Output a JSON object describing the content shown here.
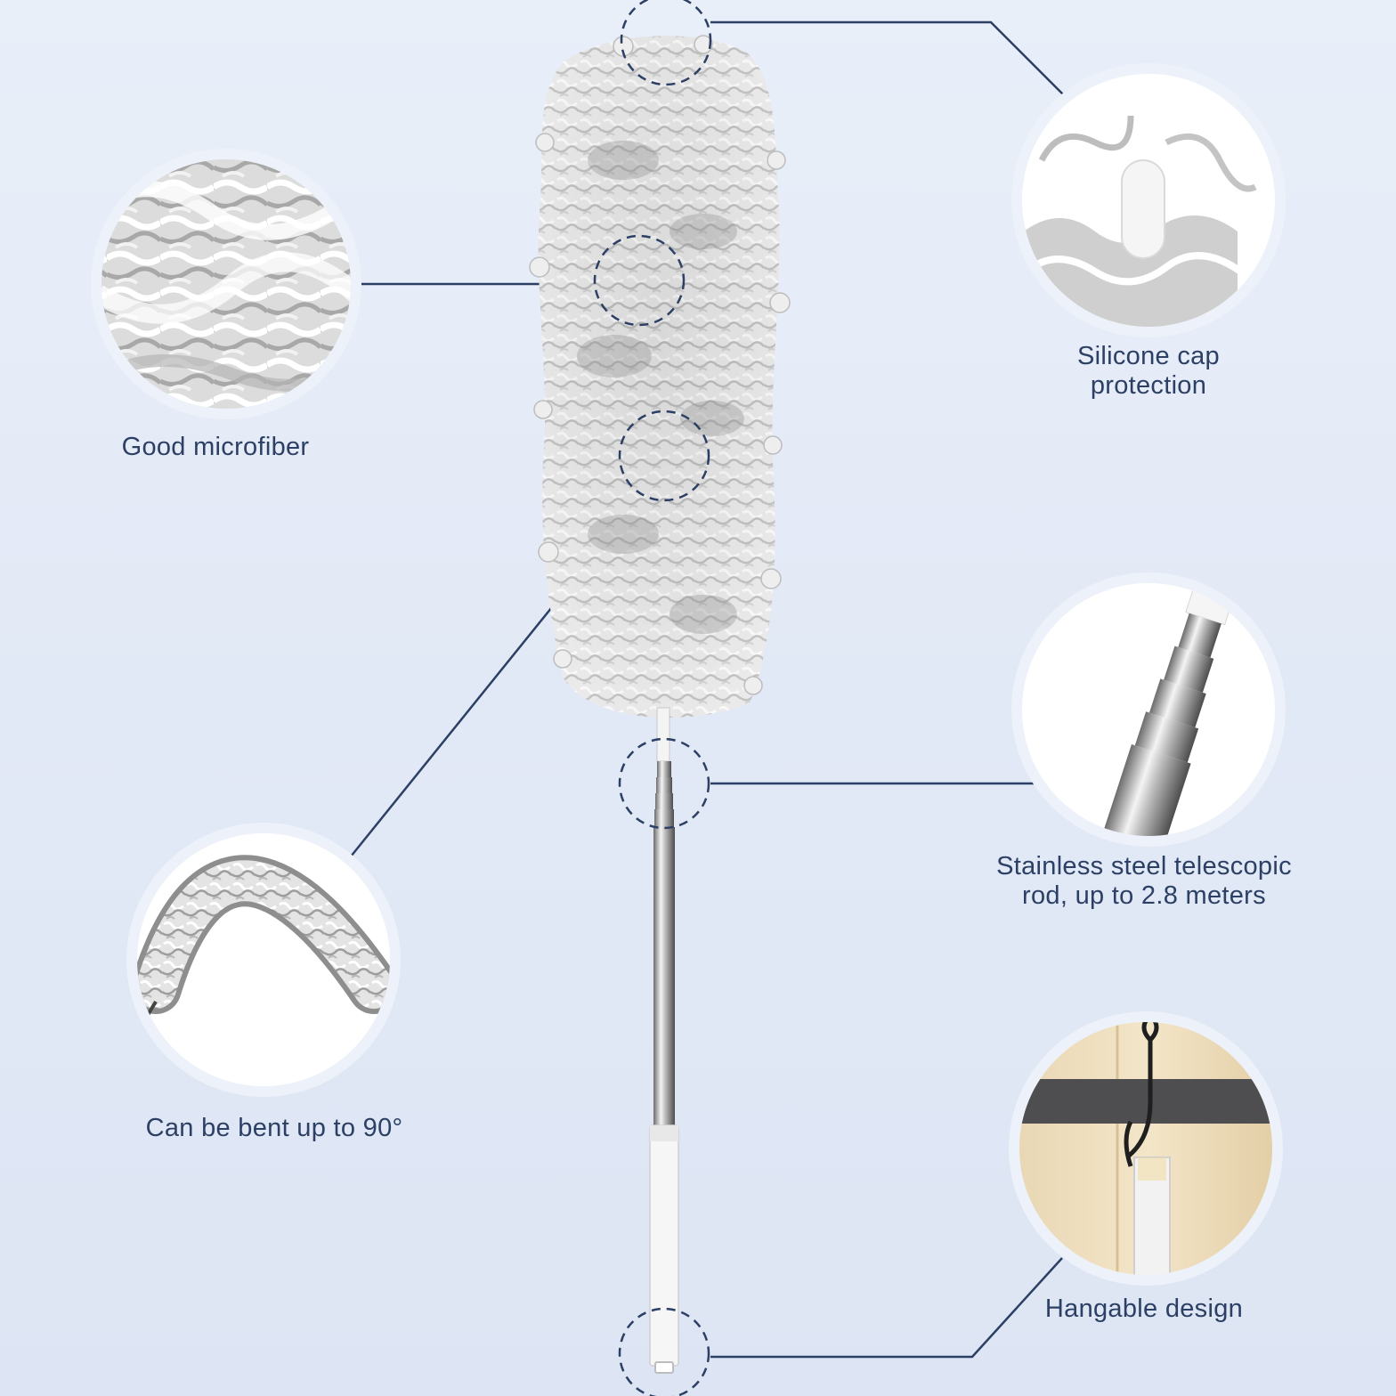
{
  "features": [
    {
      "id": "microfiber",
      "label": "Good microfiber"
    },
    {
      "id": "silicone",
      "label_line1": "Silicone cap",
      "label_line2": "protection"
    },
    {
      "id": "rod",
      "label_line1": "Stainless steel telescopic",
      "label_line2": "rod, up to 2.8 meters"
    },
    {
      "id": "bent",
      "label": "Can be bent up to 90°"
    },
    {
      "id": "hang",
      "label": "Hangable design"
    }
  ],
  "colors": {
    "background": "#e4ebf7",
    "accent_line": "#2c3f64",
    "label_text": "#2c3f64",
    "circle_ring": "#eef2fa",
    "fiber_grey": "#9a9a9a"
  },
  "icons": [
    "duster-product-image",
    "microfiber-closeup-image",
    "silicone-cap-closeup-image",
    "telescopic-rod-closeup-image",
    "bent-duster-image",
    "wall-hook-image"
  ]
}
